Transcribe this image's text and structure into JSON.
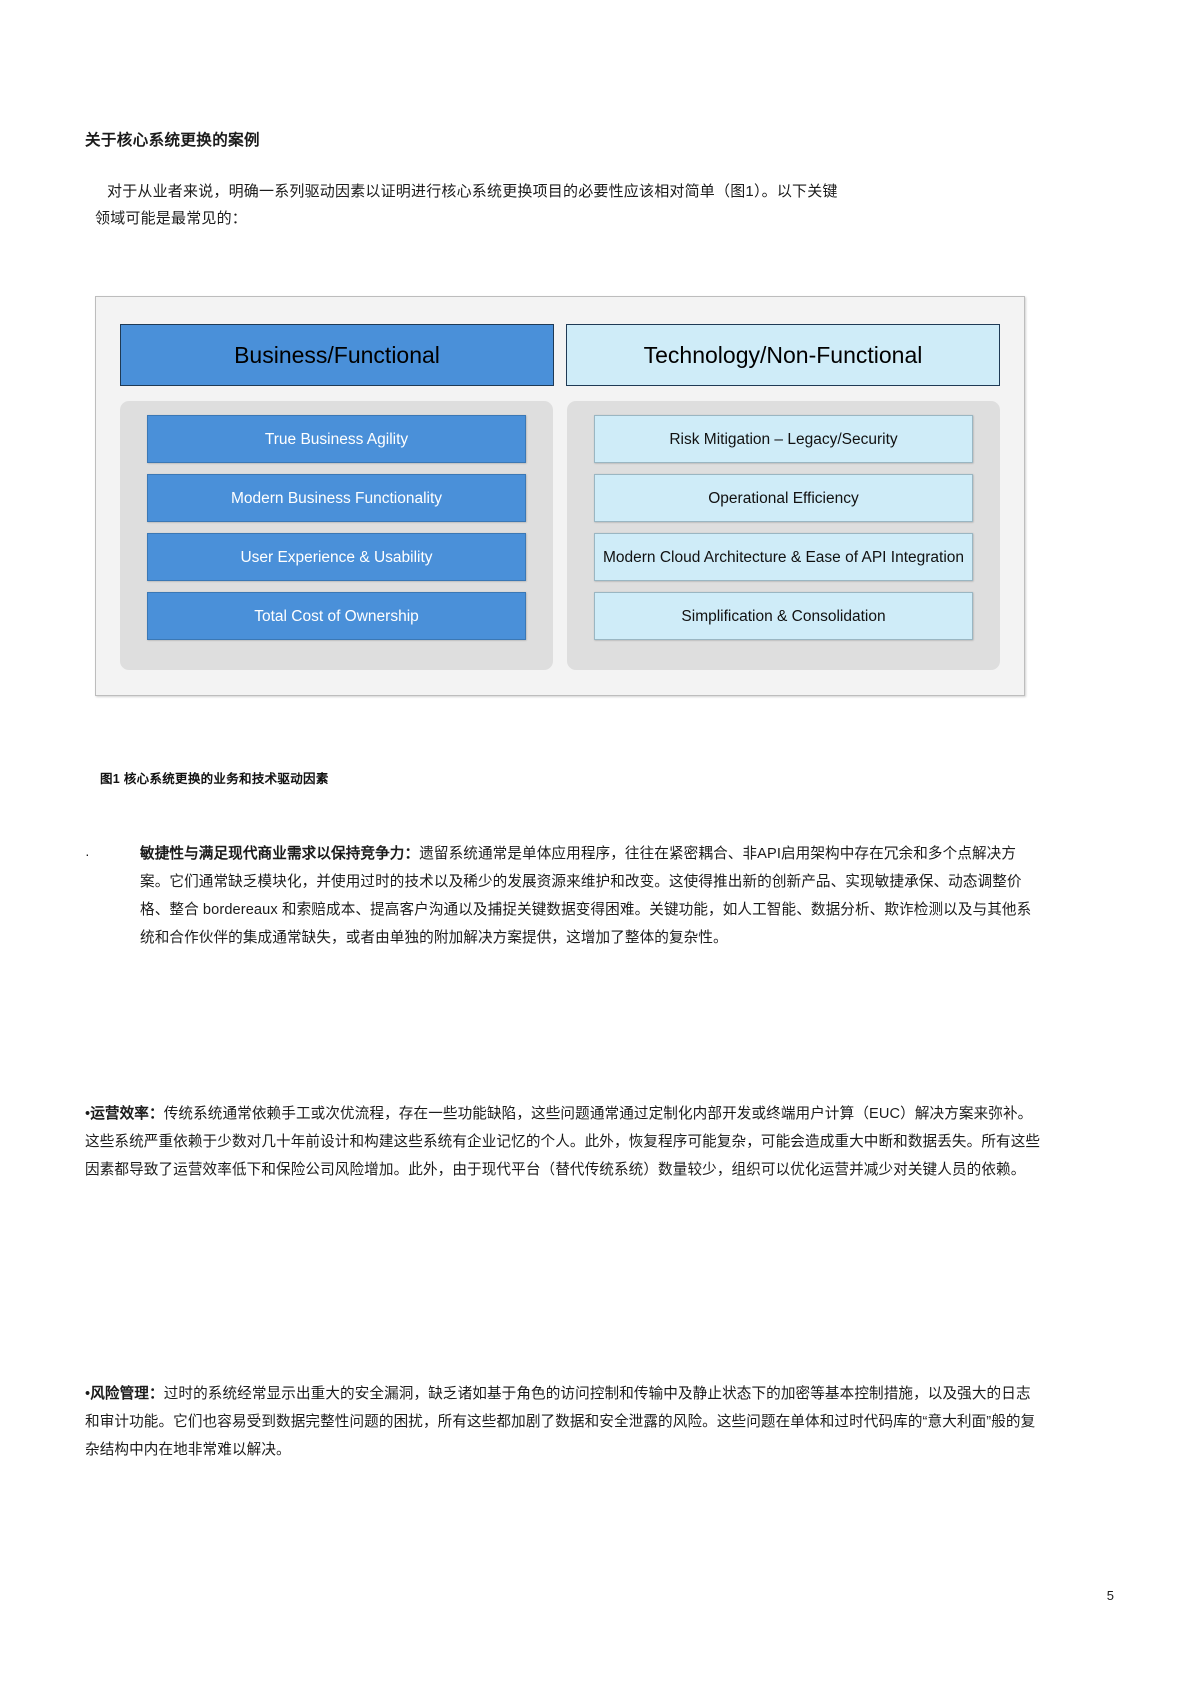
{
  "document": {
    "heading": "关于核心系统更换的案例",
    "intro_line1": "对于从业者来说，明确一系列驱动因素以证明进行核心系统更换项目的必要性应该相对简单（图1）。以下关键",
    "intro_line2": "领域可能是最常见的：",
    "page_number": "5"
  },
  "figure": {
    "caption": "图1 核心系统更换的业务和技术驱动因素",
    "columns": [
      {
        "header": "Business/Functional",
        "header_fill": "#4a90d9",
        "item_fill": "#4a90d9",
        "item_text_color": "#ffffff",
        "items": [
          "True Business Agility",
          "Modern Business Functionality",
          "User Experience & Usability",
          "Total Cost of Ownership"
        ]
      },
      {
        "header": "Technology/Non-Functional",
        "header_fill": "#cfecf8",
        "item_fill": "#cfecf8",
        "item_text_color": "#111111",
        "items": [
          "Risk Mitigation – Legacy/Security",
          "Operational Efficiency",
          "Modern Cloud Architecture & Ease of API Integration",
          "Simplification & Consolidation"
        ]
      }
    ]
  },
  "bullets": [
    {
      "marker": "·",
      "title": "敏捷性与满足现代商业需求以保持竞争力：",
      "text": "遗留系统通常是单体应用程序，往往在紧密耦合、非API启用架构中存在冗余和多个点解决方案。它们通常缺乏模块化，并使用过时的技术以及稀少的发展资源来维护和改变。这使得推出新的创新产品、实现敏捷承保、动态调整价格、整合 bordereaux 和索赔成本、提高客户沟通以及捕捉关键数据变得困难。关键功能，如人工智能、数据分析、欺诈检测以及与其他系统和合作伙伴的集成通常缺失，或者由单独的附加解决方案提供，这增加了整体的复杂性。"
    },
    {
      "marker": "•",
      "title": "运营效率：",
      "text": "传统系统通常依赖手工或次优流程，存在一些功能缺陷，这些问题通常通过定制化内部开发或终端用户计算（EUC）解决方案来弥补。这些系统严重依赖于少数对几十年前设计和构建这些系统有企业记忆的个人。此外，恢复程序可能复杂，可能会造成重大中断和数据丢失。所有这些因素都导致了运营效率低下和保险公司风险增加。此外，由于现代平台（替代传统系统）数量较少，组织可以优化运营并减少对关键人员的依赖。"
    },
    {
      "marker": "•",
      "title": "风险管理：",
      "text": "过时的系统经常显示出重大的安全漏洞，缺乏诸如基于角色的访问控制和传输中及静止状态下的加密等基本控制措施，以及强大的日志和审计功能。它们也容易受到数据完整性问题的困扰，所有这些都加剧了数据和安全泄露的风险。这些问题在单体和过时代码库的“意大利面”般的复杂结构中内在地非常难以解决。"
    }
  ]
}
